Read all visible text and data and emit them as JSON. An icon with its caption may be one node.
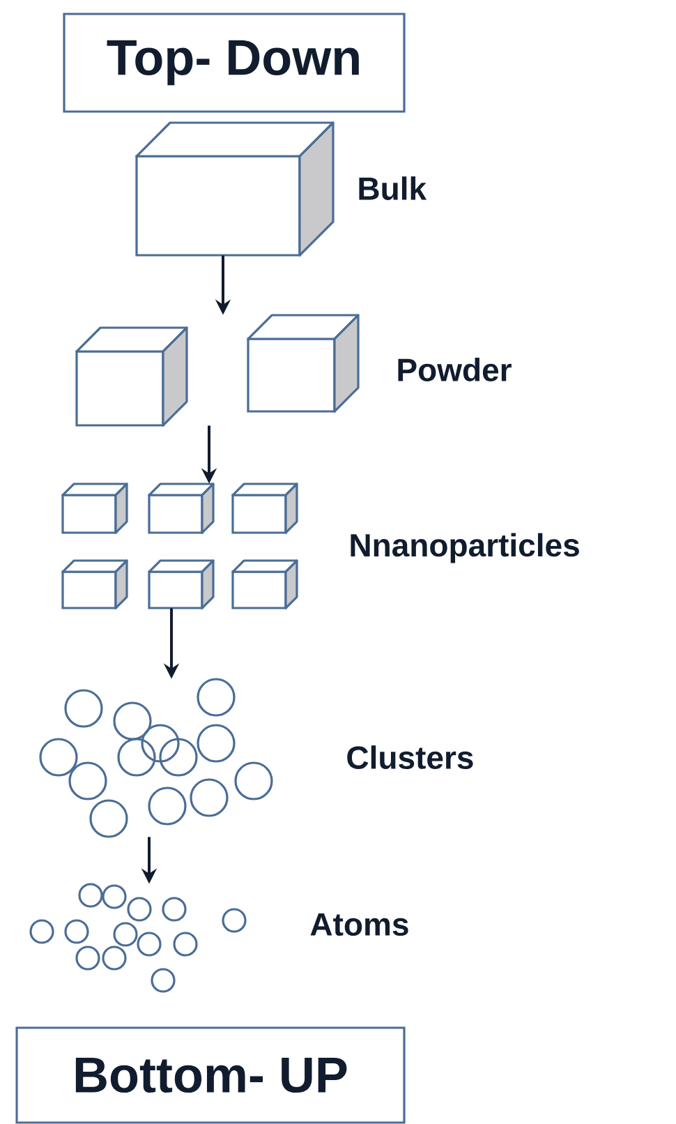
{
  "diagram": {
    "nodes": [
      {
        "text": [
          "Top- Down"
        ]
      },
      {
        "text": [],
        "shape": "cube",
        "beside": [
          "Bulk"
        ]
      },
      {
        "text": [],
        "shape": "cube",
        "beside": [
          "Powder"
        ]
      },
      {
        "text": [],
        "shape": "cube",
        "beside": [
          "Nnanoparticles"
        ]
      },
      {
        "text": [],
        "shape": "picture",
        "beside": [
          "Clusters"
        ]
      },
      {
        "text": [],
        "shape": "picture",
        "beside": [
          "Atoms"
        ]
      },
      {
        "text": [
          "Bottom- UP"
        ]
      }
    ],
    "edges": [
      {
        "from": 1,
        "to": 2,
        "arrow": "to"
      },
      {
        "from": 2,
        "to": 3,
        "arrow": "to"
      },
      {
        "from": 3,
        "to": 4,
        "arrow": "to"
      },
      {
        "from": 4,
        "to": 5,
        "arrow": "to"
      }
    ]
  }
}
